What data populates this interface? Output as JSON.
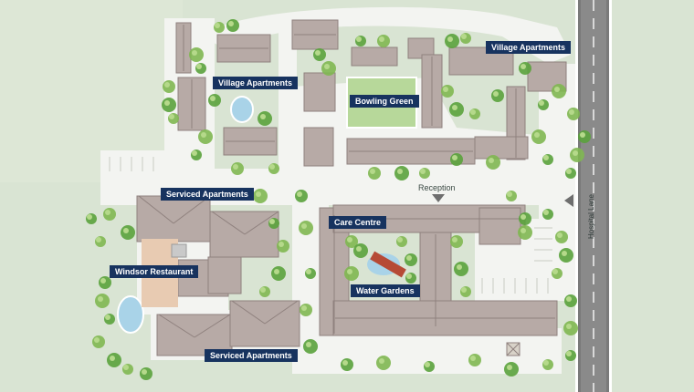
{
  "colors": {
    "grass": "#d9e4d3",
    "path": "#f3f4f1",
    "roof": "#b7aaa6",
    "roof_dark": "#8f817e",
    "tree": "#5aa23c",
    "tree_light": "#9cc86b",
    "water": "#a9d3e8",
    "road": "#6f6f6f",
    "label_bg": "#17335f",
    "label_text": "#ffffff"
  },
  "labels": {
    "village_apartments_top": "Village Apartments",
    "village_apartments_left": "Village Apartments",
    "bowling_green": "Bowling Green",
    "serviced_apartments_top": "Serviced Apartments",
    "care_centre": "Care Centre",
    "windsor_restaurant": "Windsor Restaurant",
    "water_gardens": "Water Gardens",
    "serviced_apartments_bottom": "Serviced Apartments"
  },
  "annotations": {
    "reception": "Reception",
    "hospital_lane": "Hospital Lane"
  },
  "icons": {
    "reception_marker": "triangle-down-icon",
    "entrance_marker": "triangle-left-icon"
  }
}
